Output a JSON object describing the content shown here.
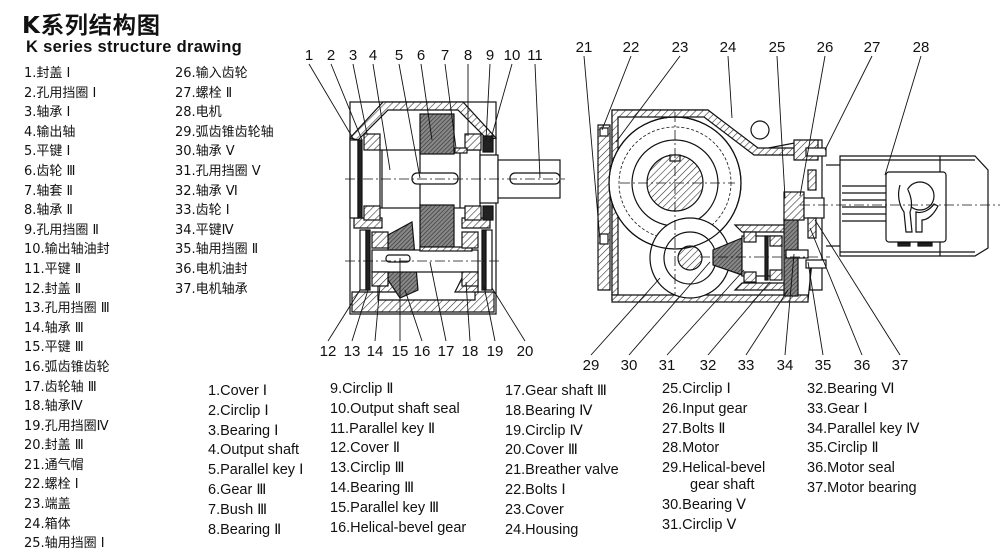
{
  "header": {
    "title_cn": "K系列结构图",
    "title_en": "K series structure drawing"
  },
  "parts_cn_col1": [
    "1.封盖 Ⅰ",
    "2.孔用挡圈 Ⅰ",
    "3.轴承 Ⅰ",
    "4.输出轴",
    "5.平键 Ⅰ",
    "6.齿轮 Ⅲ",
    "7.轴套 Ⅱ",
    "8.轴承 Ⅱ",
    "9.孔用挡圈 Ⅱ",
    "10.输出轴油封",
    "11.平键 Ⅱ",
    "12.封盖 Ⅱ",
    "13.孔用挡圈 Ⅲ",
    "14.轴承 Ⅲ",
    "15.平键 Ⅲ",
    "16.弧齿锥齿轮",
    "17.齿轮轴 Ⅲ",
    "18.轴承Ⅳ",
    "19.孔用挡圈Ⅳ",
    "20.封盖 Ⅲ",
    "21.通气帽",
    "22.螺栓 Ⅰ",
    "23.端盖",
    "24.箱体",
    "25.轴用挡圈 Ⅰ"
  ],
  "parts_cn_col2": [
    "26.输入齿轮",
    "27.螺栓 Ⅱ",
    "28.电机",
    "29.弧齿锥齿轮轴",
    "30.轴承 Ⅴ",
    "31.孔用挡圈 Ⅴ",
    "32.轴承 Ⅵ",
    "33.齿轮 Ⅰ",
    "34.平键Ⅳ",
    "35.轴用挡圈 Ⅱ",
    "36.电机油封",
    "37.电机轴承"
  ],
  "parts_en_col1": [
    "1.Cover Ⅰ",
    "2.Circlip Ⅰ",
    "3.Bearing Ⅰ",
    "4.Output shaft",
    "5.Parallel key Ⅰ",
    "6.Gear Ⅲ",
    "7.Bush Ⅲ",
    "8.Bearing Ⅱ"
  ],
  "parts_en_col2": [
    "9.Circlip Ⅱ",
    "10.Output shaft seal",
    "11.Parallel key Ⅱ",
    "12.Cover Ⅱ",
    "13.Circlip Ⅲ",
    "14.Bearing Ⅲ",
    "15.Parallel key Ⅲ",
    "16.Helical-bevel gear"
  ],
  "parts_en_col3": [
    "17.Gear shaft Ⅲ",
    "18.Bearing Ⅳ",
    "19.Circlip Ⅳ",
    "20.Cover Ⅲ",
    "21.Breather valve",
    "22.Bolts Ⅰ",
    "23.Cover",
    "24.Housing"
  ],
  "parts_en_col4": [
    {
      "main": "25.Circlip Ⅰ"
    },
    {
      "main": "26.Input gear"
    },
    {
      "main": "27.Bolts Ⅱ"
    },
    {
      "main": "28.Motor"
    },
    {
      "main": "29.Helical-bevel",
      "cont": "gear shaft"
    },
    {
      "main": "30.Bearing Ⅴ"
    },
    {
      "main": "31.Circlip Ⅴ"
    }
  ],
  "parts_en_col5": [
    "32.Bearing Ⅵ",
    "33.Gear Ⅰ",
    "34.Parallel key Ⅳ",
    "35.Circlip Ⅱ",
    "36.Motor seal",
    "37.Motor bearing"
  ],
  "callouts_left_top": [
    "1",
    "2",
    "3",
    "4",
    "5",
    "6",
    "7",
    "8",
    "9",
    "10",
    "11"
  ],
  "callouts_left_bottom": [
    "12",
    "13",
    "14",
    "15",
    "16",
    "17",
    "18",
    "19",
    "20"
  ],
  "callouts_right_top": [
    "21",
    "22",
    "23",
    "24",
    "25",
    "26",
    "27",
    "28"
  ],
  "callouts_right_bottom": [
    "29",
    "30",
    "31",
    "32",
    "33",
    "34",
    "35",
    "36",
    "37"
  ],
  "colors": {
    "ink": "#111111",
    "hatch": "#333333",
    "gear_fill": "#6a6a6a",
    "background": "#ffffff"
  }
}
